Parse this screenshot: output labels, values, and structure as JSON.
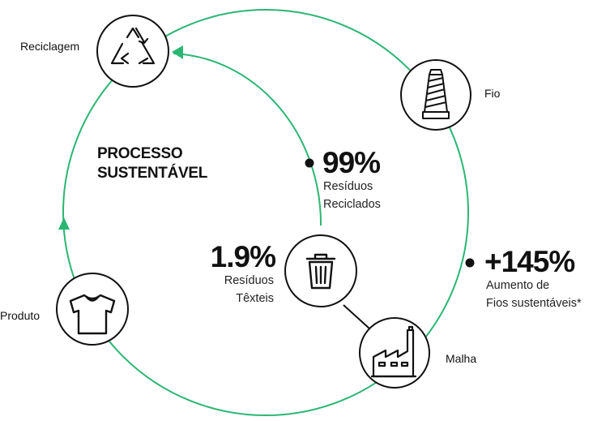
{
  "title": {
    "line1": "PROCESSO",
    "line2": "SUSTENTÁVEL"
  },
  "nodes": {
    "reciclagem": {
      "label": "Reciclagem",
      "icon": "recycle-icon"
    },
    "fio": {
      "label": "Fio",
      "icon": "yarn-spool-icon"
    },
    "malha": {
      "label": "Malha",
      "icon": "factory-icon"
    },
    "produto": {
      "label": "Produto",
      "icon": "tshirt-icon"
    },
    "residuos": {
      "icon": "trash-bin-icon"
    }
  },
  "stats": {
    "reciclados": {
      "value": "99%",
      "line1": "Resíduos",
      "line2": "Reciclados"
    },
    "texteis": {
      "value": "1.9%",
      "line1": "Resíduos",
      "line2": "Têxteis"
    },
    "aumento": {
      "value": "+145%",
      "line1": "Aumento de",
      "line2": "Fios sustentáveis*"
    }
  },
  "colors": {
    "accent": "#2bb673",
    "stroke": "#111111"
  }
}
